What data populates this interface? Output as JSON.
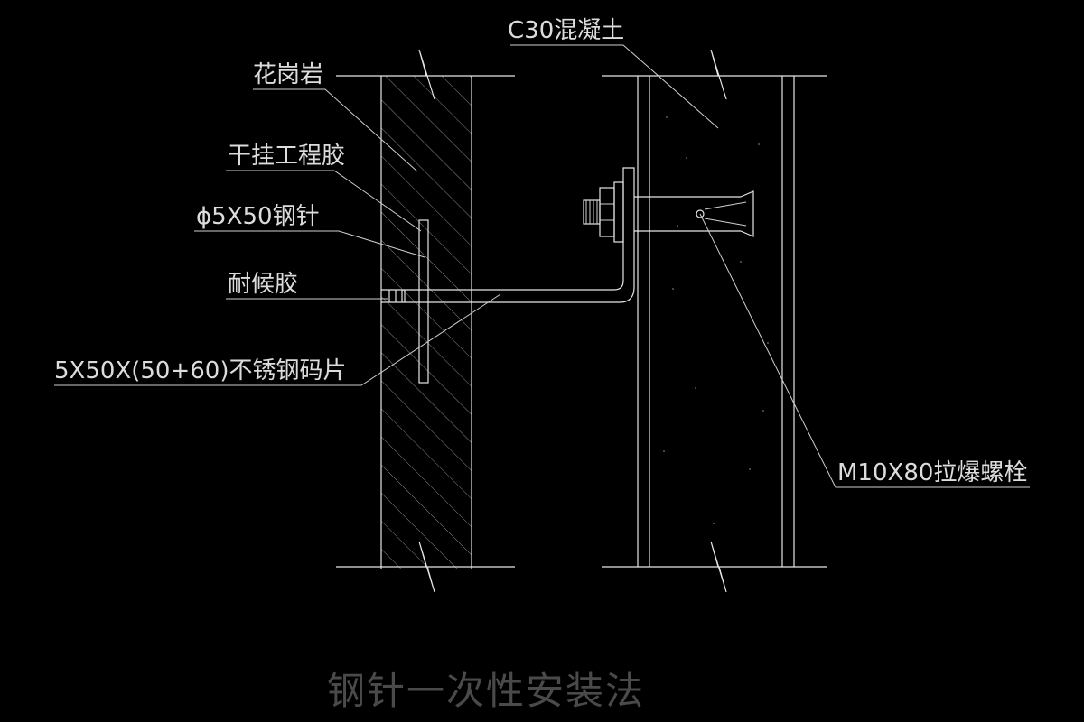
{
  "drawing": {
    "title": "钢针一次性安装法",
    "labels": {
      "concrete": "C30混凝土",
      "granite": "花岗岩",
      "dry_hang_glue": "干挂工程胶",
      "steel_pin": "ϕ5X50钢针",
      "weather_sealant": "耐候胶",
      "stainless_plate": "5X50X(50+60)不锈钢码片",
      "expansion_bolt": "M10X80拉爆螺栓"
    }
  },
  "colors": {
    "background": "#000000",
    "lines": "#e6e6e6",
    "text": "#dcdcdc",
    "title": "#4a4a4a"
  }
}
